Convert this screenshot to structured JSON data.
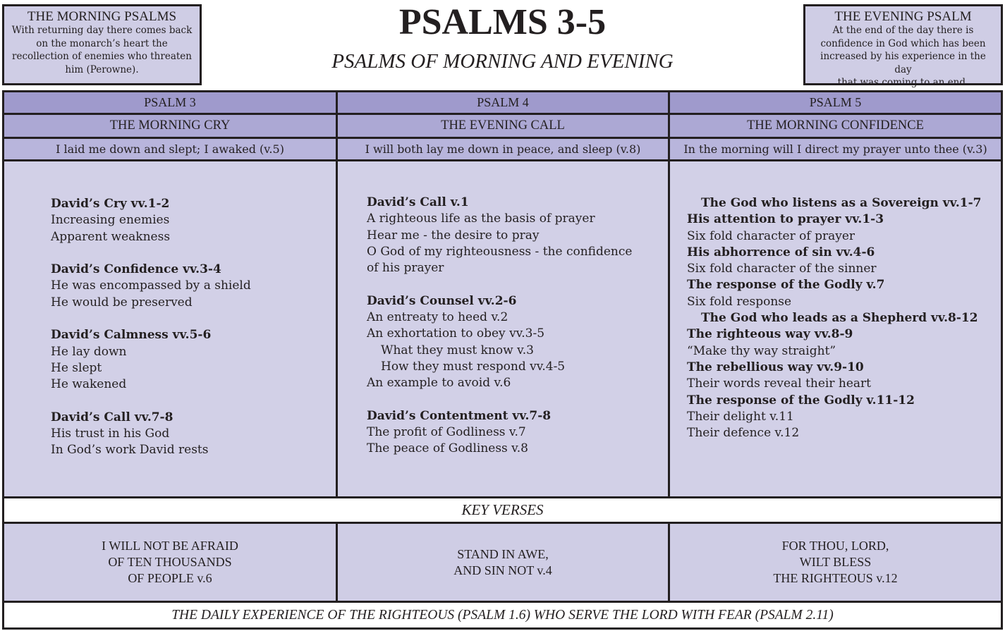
{
  "title": "PSALMS 3-5",
  "subtitle": "PSALMS OF MORNING AND EVENING",
  "left_box": {
    "title": "THE MORNING PSALMS",
    "lines": [
      "With returning day there comes back",
      "on the monarch’s heart the",
      "recollection of enemies who threaten",
      "him (Perowne)."
    ]
  },
  "right_box": {
    "title": "THE EVENING PSALM",
    "lines": [
      "At the end of the day there is",
      "confidence in God which has been",
      "increased by his experience in the day",
      "that was coming to an end."
    ]
  },
  "columns": [
    {
      "psalm": "PSALM 3",
      "name": "THE MORNING CRY",
      "quote": "I laid me down and slept; I awaked (v.5)",
      "outline": [
        {
          "text": "David’s Cry vv.1-2",
          "bold": true
        },
        {
          "text": "Increasing enemies"
        },
        {
          "text": "Apparent weakness"
        },
        {
          "text": "David’s Confidence vv.3-4",
          "bold": true,
          "gap": true
        },
        {
          "text": "He was encompassed by a shield"
        },
        {
          "text": "He would be preserved"
        },
        {
          "text": "David’s Calmness vv.5-6",
          "bold": true,
          "gap": true
        },
        {
          "text": "He lay down"
        },
        {
          "text": "He slept"
        },
        {
          "text": "He wakened"
        },
        {
          "text": "David’s Call vv.7-8",
          "bold": true,
          "gap": true
        },
        {
          "text": "His trust in his God"
        },
        {
          "text": "In God’s work David rests"
        }
      ],
      "key_verse": [
        "I WILL NOT BE AFRAID",
        "OF TEN THOUSANDS",
        "OF PEOPLE v.6"
      ]
    },
    {
      "psalm": "PSALM 4",
      "name": "THE EVENING CALL",
      "quote": "I will both lay me down in peace, and sleep (v.8)",
      "outline": [
        {
          "text": "David’s Call v.1",
          "bold": true
        },
        {
          "text": "A righteous life as the basis of prayer"
        },
        {
          "text": "Hear me - the desire to pray"
        },
        {
          "text": "O God of my righteousness - the confidence"
        },
        {
          "text": "of his prayer"
        },
        {
          "text": "David’s Counsel vv.2-6",
          "bold": true,
          "gap": true
        },
        {
          "text": "An entreaty to heed v.2"
        },
        {
          "text": "An exhortation to obey vv.3-5"
        },
        {
          "text": "What they must know v.3",
          "indent": true
        },
        {
          "text": "How they must respond vv.4-5",
          "indent": true
        },
        {
          "text": "An example to avoid v.6"
        },
        {
          "text": "David’s Contentment vv.7-8",
          "bold": true,
          "gap": true
        },
        {
          "text": "The profit of Godliness v.7"
        },
        {
          "text": "The peace of Godliness v.8"
        }
      ],
      "key_verse": [
        "STAND IN AWE,",
        "AND SIN NOT v.4"
      ]
    },
    {
      "psalm": "PSALM 5",
      "name": "THE MORNING CONFIDENCE",
      "quote": "In the morning will I direct my prayer unto thee (v.3)",
      "outline": [
        {
          "text": "The God who listens as a Sovereign vv.1-7",
          "bold": true,
          "indent": true
        },
        {
          "text": "His attention to prayer vv.1-3",
          "bold": true
        },
        {
          "text": "Six fold character of prayer"
        },
        {
          "text": "His abhorrence of sin vv.4-6",
          "bold": true
        },
        {
          "text": "Six fold character of the sinner"
        },
        {
          "text": "The response of the Godly v.7",
          "bold": true
        },
        {
          "text": "Six fold response"
        },
        {
          "text": "The God who leads as a Shepherd vv.8-12",
          "bold": true,
          "indent": true
        },
        {
          "text": "The righteous way vv.8-9",
          "bold": true
        },
        {
          "text": "“Make thy way straight”"
        },
        {
          "text": "The rebellious way vv.9-10",
          "bold": true
        },
        {
          "text": "Their words reveal their heart"
        },
        {
          "text": "The response of the Godly v.11-12",
          "bold": true
        },
        {
          "text": "Their delight v.11"
        },
        {
          "text": "Their defence v.12"
        }
      ],
      "key_verse": [
        "FOR THOU, LORD,",
        "WILT BLESS",
        "THE RIGHTEOUS v.12"
      ]
    }
  ],
  "key_verses_label": "KEY VERSES",
  "footer": "THE DAILY EXPERIENCE OF THE RIGHTEOUS (PSALM 1.6) WHO SERVE THE LORD WITH FEAR (PSALM 2.11)",
  "colors": {
    "header_row": "#9f9acc",
    "name_row": "#aca8d4",
    "quote_row": "#b8b5dc",
    "body": "#d2d0e7",
    "box": "#cfcde5",
    "ink": "#231f20"
  }
}
